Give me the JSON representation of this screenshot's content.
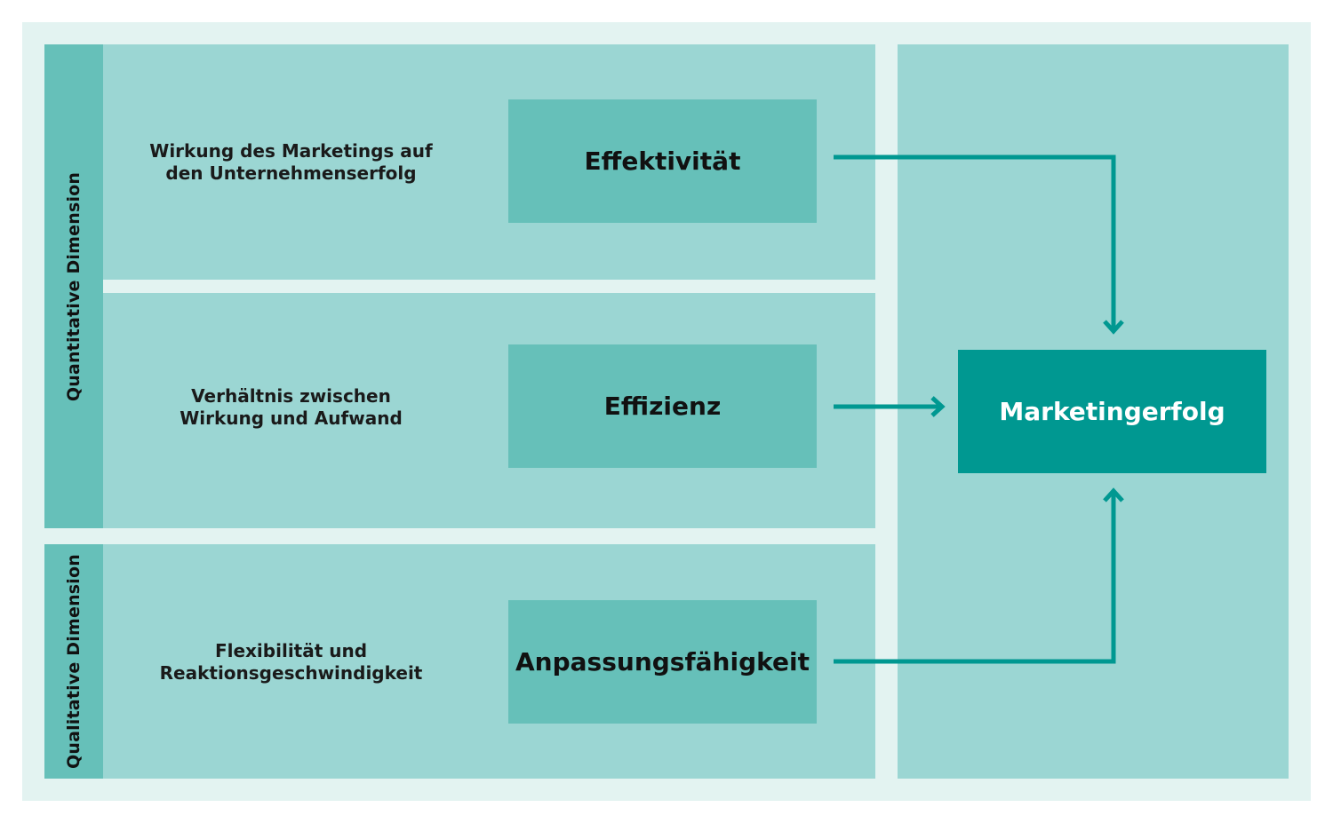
{
  "dimensions": {
    "quantitative": "Quantitative Dimension",
    "qualitative": "Qualitative Dimension"
  },
  "rows": [
    {
      "description": [
        "Wirkung des Marketings auf",
        "den Unternehmenserfolg"
      ],
      "box": "Effektivität"
    },
    {
      "description": [
        "Verhältnis zwischen",
        "Wirkung und Aufwand"
      ],
      "box": "Effizienz"
    },
    {
      "description": [
        "Flexibilität und",
        "Reaktionsgeschwindigkeit"
      ],
      "box": "Anpassungsfähigkeit"
    }
  ],
  "result": "Marketingerfolg",
  "colors": {
    "frame": "#e3f3f1",
    "panel": "#9bd6d3",
    "box": "#66c0b9",
    "result": "#009891",
    "arrow": "#009891"
  }
}
